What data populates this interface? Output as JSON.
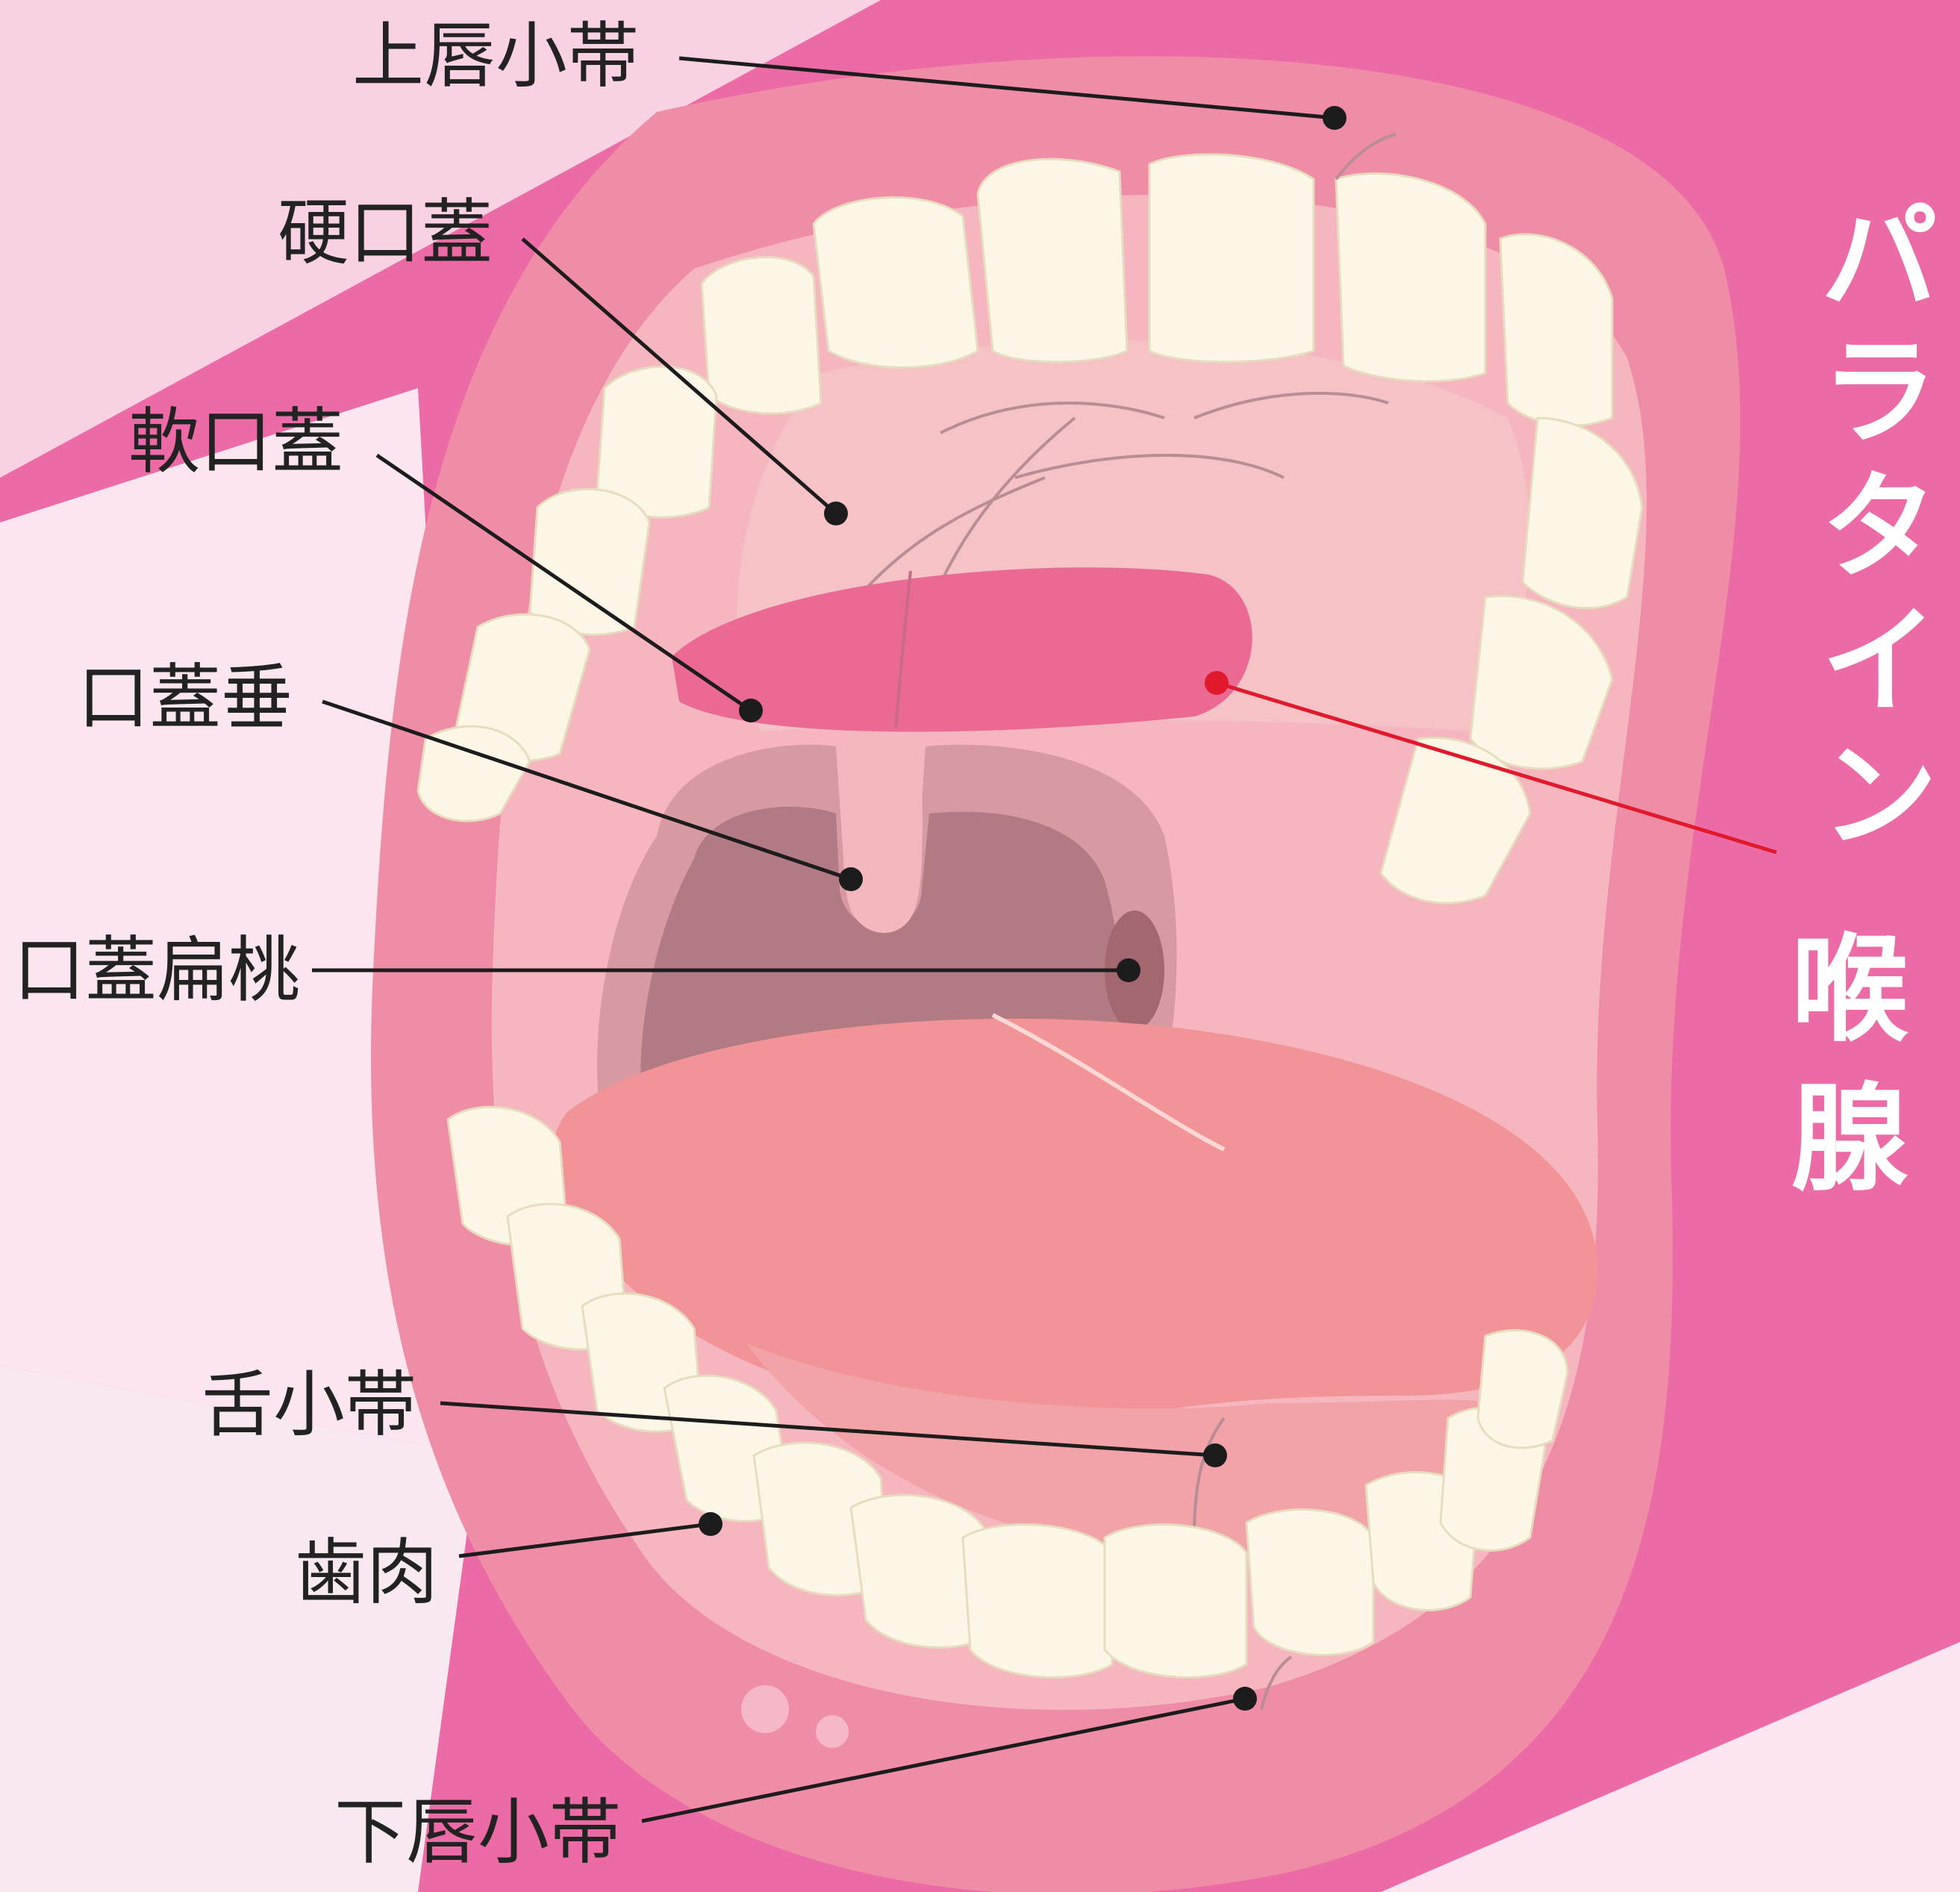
{
  "title": {
    "chars": [
      "パ",
      "ラ",
      "タ",
      "イ",
      "ン",
      "喉",
      "腺"
    ]
  },
  "labels": {
    "upper_lip_frenulum": "上唇小帯",
    "hard_palate": "硬口蓋",
    "soft_palate": "軟口蓋",
    "uvula": "口蓋垂",
    "palatine_tonsil": "口蓋扁桃",
    "tongue_frenulum": "舌小帯",
    "gums": "歯肉",
    "lower_lip_frenulum": "下唇小帯"
  },
  "colors": {
    "background_pink": "#ec6aa5",
    "background_light": "#fbe6ef",
    "lips": "#f08da6",
    "mouth_inner": "#f6b6bf",
    "palate": "#f5c2c6",
    "soft_palate_highlight": "#ea6a93",
    "throat_dark": "#b27a82",
    "tongue": "#f29497",
    "teeth": "#fbf6e6",
    "accent_red": "#e01a2c"
  }
}
